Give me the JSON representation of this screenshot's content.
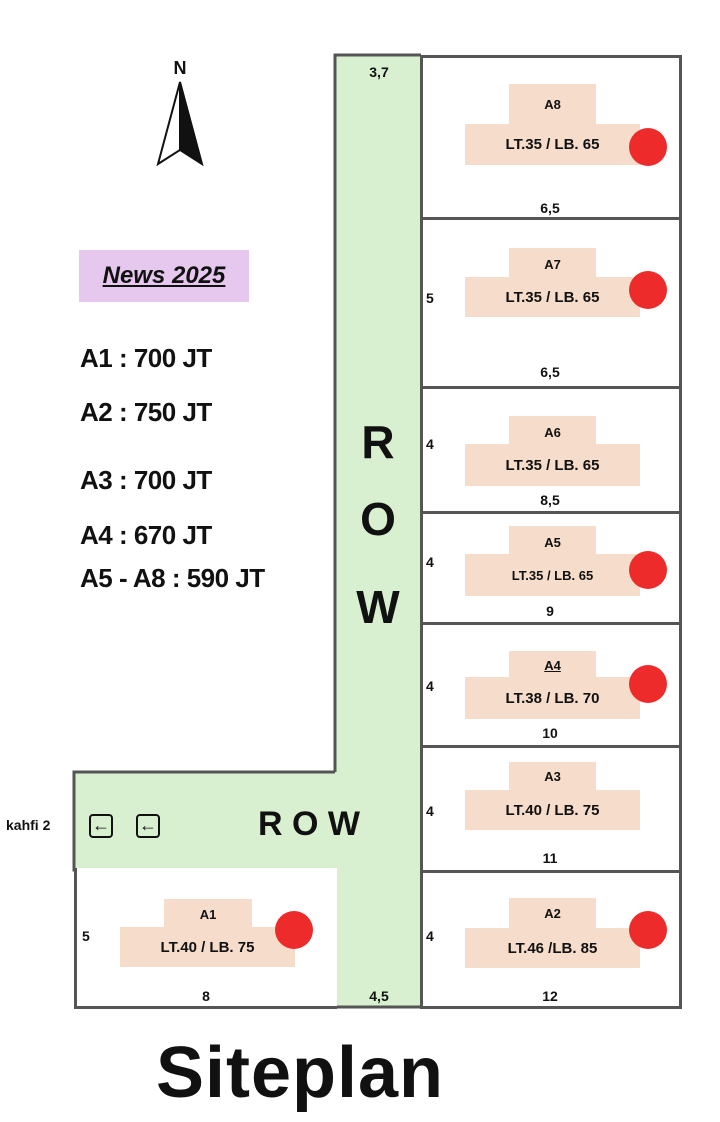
{
  "compass": {
    "label": "N"
  },
  "news": {
    "title": "News 2025"
  },
  "prices": [
    "A1 : 700 JT",
    "A2 : 750 JT",
    "A3 : 700 JT",
    "A4 : 670 JT",
    "A5 - A8 : 590 JT"
  ],
  "row_road": {
    "vertical_letters": [
      "R",
      "O",
      "W"
    ],
    "horizontal_label": "R O W",
    "top_width": "3,7",
    "bottom_width": "4,5"
  },
  "access": {
    "label": "kahfi 2",
    "arrow_glyph": "←"
  },
  "lots": {
    "A8": {
      "id": "A8",
      "area": "LT.35 / LB. 65",
      "frontage": "6,5",
      "sold": true
    },
    "A7": {
      "id": "A7",
      "area": "LT.35 / LB. 65",
      "side": "5",
      "frontage": "6,5",
      "sold": true
    },
    "A6": {
      "id": "A6",
      "area": "LT.35 / LB. 65",
      "side": "4",
      "frontage": "8,5",
      "sold": false
    },
    "A5": {
      "id": "A5",
      "area": "LT.35 / LB. 65",
      "side": "4",
      "frontage": "9",
      "sold": true
    },
    "A4": {
      "id": "A4",
      "area": "LT.38 / LB. 70",
      "side": "4",
      "frontage": "10",
      "sold": true
    },
    "A3": {
      "id": "A3",
      "area": "LT.40 / LB. 75",
      "side": "4",
      "frontage": "11",
      "sold": false
    },
    "A2": {
      "id": "A2",
      "area": "LT.46 /LB. 85",
      "side": "4",
      "frontage": "12",
      "sold": true
    },
    "A1": {
      "id": "A1",
      "area": "LT.40 / LB. 75",
      "side": "5",
      "frontage": "8",
      "sold": true
    }
  },
  "colors": {
    "row_green": "#d8f0cf",
    "building_peach": "#f6dccb",
    "sold_red": "#ee2b2b",
    "news_bg": "#e6c8ee"
  },
  "title": "Siteplan"
}
